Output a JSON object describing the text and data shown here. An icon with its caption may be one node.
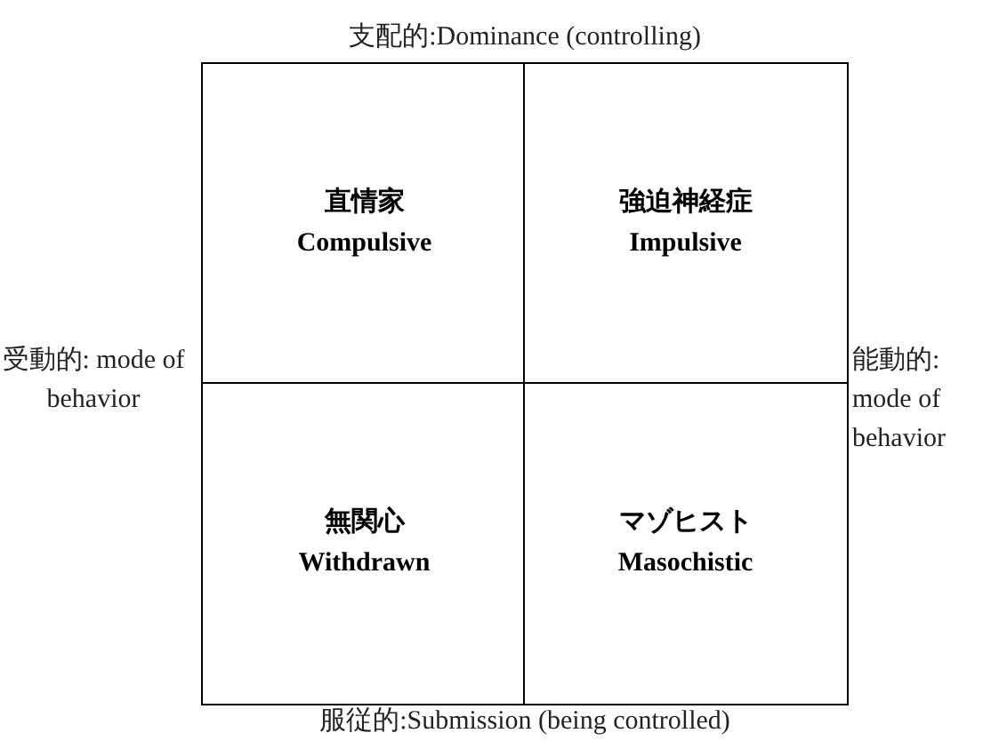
{
  "diagram": {
    "nodes": [
      {
        "text": [
          "直情家",
          "Compulsive"
        ]
      },
      {
        "text": [
          "強迫神経症",
          "Impulsive"
        ]
      },
      {
        "text": [
          "無関心",
          "Withdrawn"
        ]
      },
      {
        "text": [
          "マゾヒスト",
          "Masochistic"
        ]
      }
    ],
    "labels": [
      "支配的:Dominance (controlling)",
      "受動的: mode of behavior",
      "能動的: mode of behavior",
      "服従的:Submission (being controlled)"
    ]
  }
}
